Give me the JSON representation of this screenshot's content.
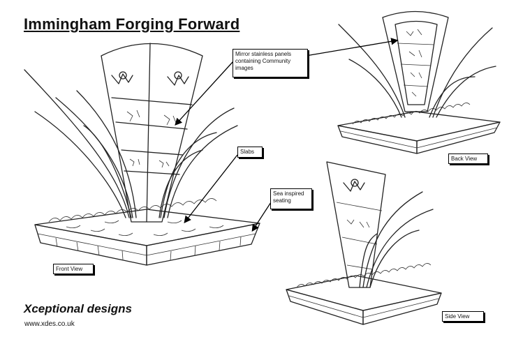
{
  "title": "Immingham Forging Forward",
  "labels": {
    "mirror": "Mirror stainless panels containing Community images",
    "slabs": "Slabs",
    "seating": "Sea inspired seating",
    "front_view": "Front View",
    "back_view": "Back View",
    "side_view": "Side View"
  },
  "footer": {
    "brand": "Xceptional designs",
    "url": "www.xdes.co.uk"
  }
}
